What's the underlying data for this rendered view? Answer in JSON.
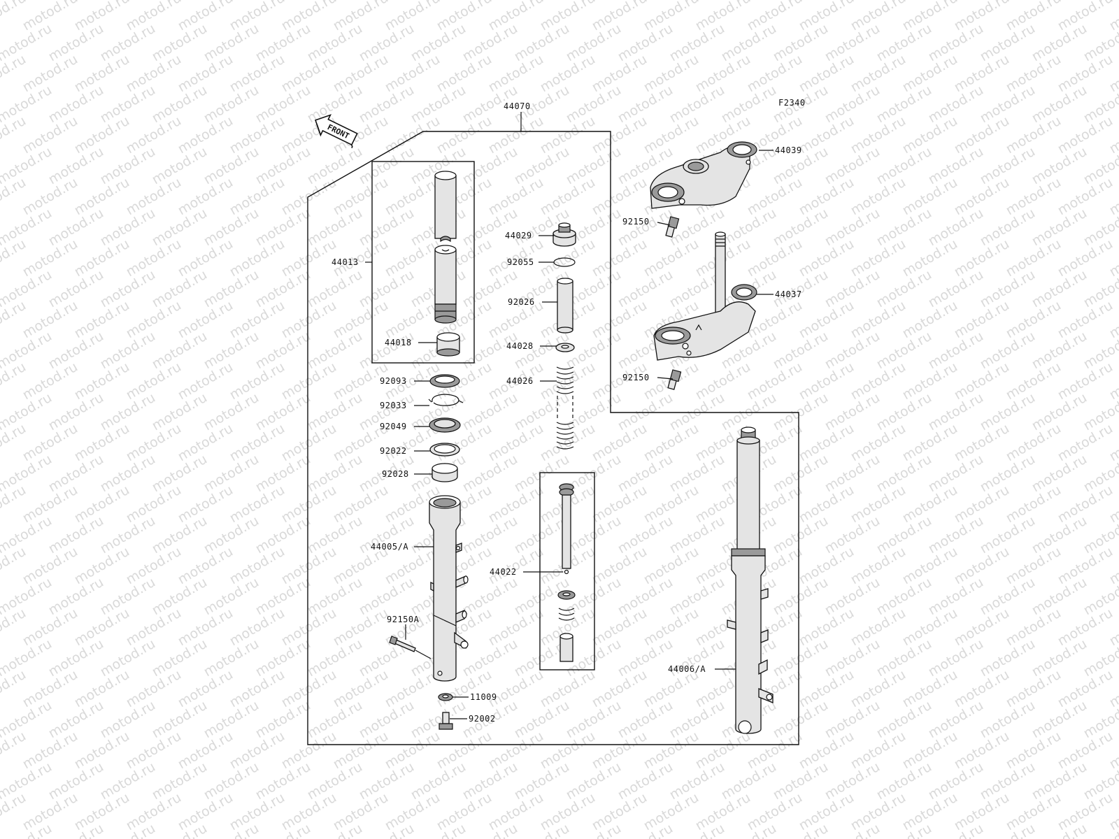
{
  "watermark": "motod.ru",
  "figure_code": "F2340",
  "front_arrow_label": "FRONT",
  "labels": {
    "p44070": "44070",
    "p44039": "44039",
    "p92150_top": "92150",
    "p44029": "44029",
    "p92055": "92055",
    "p44013": "44013",
    "p92026": "92026",
    "p44037": "44037",
    "p44018": "44018",
    "p44028": "44028",
    "p92093": "92093",
    "p44026": "44026",
    "p92150_mid": "92150",
    "p92033": "92033",
    "p92049": "92049",
    "p92022": "92022",
    "p92028": "92028",
    "p44005a": "44005/A",
    "p44022": "44022",
    "p92150a": "92150A",
    "p44006a": "44006/A",
    "p11009": "11009",
    "p92002": "92002"
  }
}
